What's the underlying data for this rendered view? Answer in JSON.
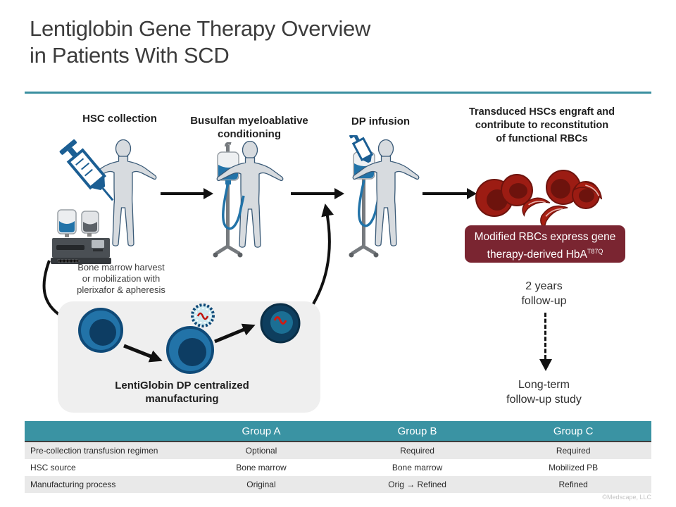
{
  "slide": {
    "title_lines": [
      "Lentiglobin Gene Therapy Overview",
      "in Patients With SCD"
    ],
    "copyright": "©Medscape, LLC"
  },
  "flow": {
    "steps": [
      {
        "name": "hsc-collection",
        "lines": [
          "HSC collection"
        ]
      },
      {
        "name": "busulfan-conditioning",
        "lines": [
          "Busulfan myeloablative",
          "conditioning"
        ]
      },
      {
        "name": "dp-infusion",
        "lines": [
          "DP infusion"
        ]
      },
      {
        "name": "engraftment",
        "lines": [
          "Transduced HSCs engraft and",
          "contribute to reconstitution",
          "of functional RBCs"
        ]
      }
    ],
    "harvest_note_lines": [
      "Bone marrow harvest",
      "or mobilization with",
      "plerixafor & apheresis"
    ],
    "manufacturing_lines": [
      "LentiGlobin DP centralized",
      "manufacturing"
    ],
    "rbc_box": {
      "line1": "Modified RBCs express gene",
      "line2": "therapy-derived HbA",
      "sup": "T87Q"
    },
    "two_year_lines": [
      "2 years",
      "follow-up"
    ],
    "long_term_lines": [
      "Long-term",
      "follow-up study"
    ]
  },
  "table": {
    "header": [
      "",
      "Group A",
      "Group B",
      "Group C"
    ],
    "rows": [
      {
        "label": "Pre-collection transfusion regimen",
        "values": [
          "Optional",
          "Required",
          "Required"
        ]
      },
      {
        "label": "HSC source",
        "values": [
          "Bone marrow",
          "Bone marrow",
          "Mobilized PB"
        ]
      },
      {
        "label": "Manufacturing process",
        "values": [
          "Original",
          "Orig → Refined",
          "Refined"
        ]
      }
    ]
  },
  "icons": [
    "patient-silhouette-icon",
    "syringe-icon",
    "apheresis-machine-icon",
    "iv-pole-bag-icon",
    "iv-pole-syringe-icon",
    "stem-cell-icon",
    "lentiviral-vector-icon",
    "transduced-cell-icon",
    "red-blood-cells-icon",
    "flow-arrow-icon",
    "curved-arrow-icon",
    "dashed-arrow-icon"
  ],
  "colors": {
    "accent_teal": "#3a93a3",
    "divider_teal": "#3a8fa0",
    "maroon_box": "#7a2531",
    "rbc_red": "#9c1c13",
    "cell_blue": "#1b67a0",
    "table_row_gray": "#e9e9e9"
  }
}
